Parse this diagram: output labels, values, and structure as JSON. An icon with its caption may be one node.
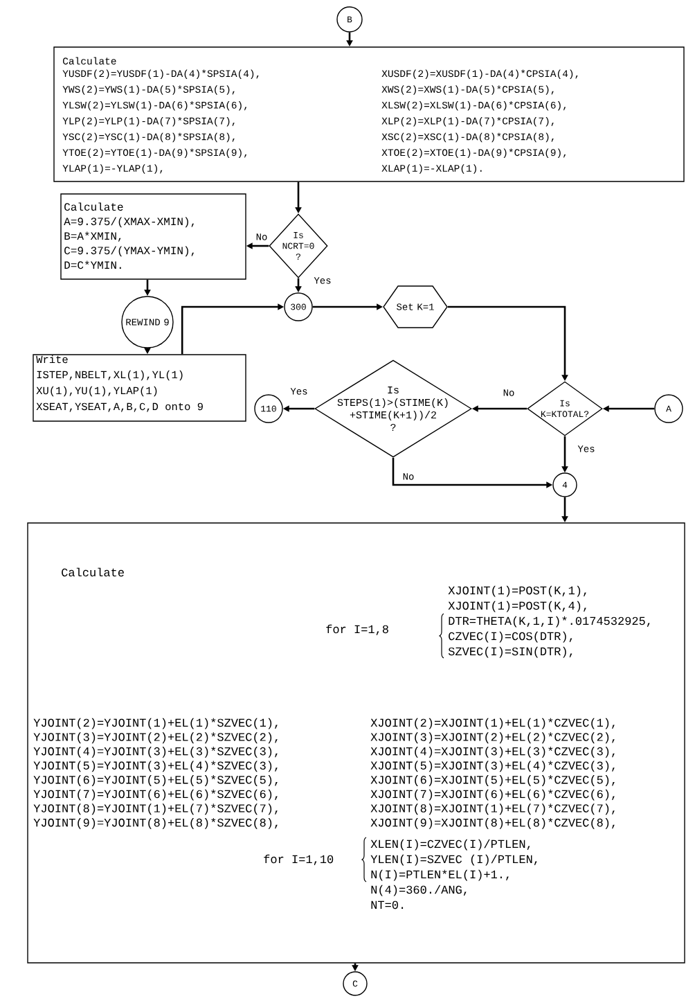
{
  "diagram": {
    "nodes": [
      {
        "text": [
          "B"
        ]
      },
      {
        "text": [
          "Calculate",
          "YUSDF(2)=YUSDF(1)-DA(4)*SPSIA(4),",
          "YWS(2)=YWS(1)-DA(5)*SPSIA(5),",
          "YLSW(2)=YLSW(1)-DA(6)*SPSIA(6),",
          "YLP(2)=YLP(1)-DA(7)*SPSIA(7),",
          "YSC(2)=YSC(1)-DA(8)*SPSIA(8),",
          "YTOE(2)=YTOE(1)-DA(9)*SPSIA(9),",
          "YLAP(1)=-YLAP(1),",
          "XUSDF(2)=XUSDF(1)-DA(4)*CPSIA(4),",
          "XWS(2)=XWS(1)-DA(5)*CPSIA(5),",
          "XLSW(2)=XLSW(1)-DA(6)*CPSIA(6),",
          "XLP(2)=XLP(1)-DA(7)*CPSIA(7),",
          "XSC(2)=XSC(1)-DA(8)*CPSIA(8),",
          "XTOE(2)=XTOE(1)-DA(9)*CPSIA(9),",
          "XLAP(1)=-XLAP(1)."
        ]
      },
      {
        "text": [
          "Is",
          "NCRT=0",
          "?"
        ]
      },
      {
        "text": [
          "Calculate",
          "A=9.375/(XMAX-XMIN),",
          "B=A*XMIN,",
          "C=9.375/(YMAX-YMIN),",
          "D=C*YMIN."
        ]
      },
      {
        "text": [
          "REWIND 9"
        ]
      },
      {
        "text": [
          "300"
        ]
      },
      {
        "text": [
          "Set K=1"
        ]
      },
      {
        "text": [
          "Write",
          "ISTEP,NBELT,XL(1),YL(1)",
          "XU(1),YU(1),YLAP(1)",
          "XSEAT,YSEAT,A,B,C,D onto 9"
        ]
      },
      {
        "text": [
          "110"
        ]
      },
      {
        "text": [
          "Is",
          "STEPS(1)>(STIME(K) +STIME(K+1))/2",
          "?"
        ]
      },
      {
        "text": [
          "Is",
          "K=KTOTAL?"
        ]
      },
      {
        "text": [
          "A"
        ]
      },
      {
        "text": [
          "4"
        ]
      },
      {
        "text": [
          "Calculate",
          "XJOINT(1)=POST(K,1),",
          "XJOINT(1)=POST(K,4),",
          "for I=1,8",
          "DTR=THETA(K,1,I)*.0174532925,",
          "CZVEC(I)=COS(DTR),",
          "SZVEC(I)=SIN(DTR),",
          "YJOINT(2)=YJOINT(1)+EL(1)*SZVEC(1),",
          "YJOINT(3)=YJOINT(2)+EL(2)*SZVEC(2),",
          "YJOINT(4)=YJOINT(3)+EL(3)*SZVEC(3),",
          "YJOINT(5)=YJOINT(3)+EL(4)*SZVEC(3),",
          "YJOINT(6)=YJOINT(5)+EL(5)*SZVEC(5),",
          "YJOINT(7)=YJOINT(6)+EL(6)*SZVEC(6),",
          "YJOINT(8)=YJOINT(1)+EL(7)*SZVEC(7),",
          "YJOINT(9)=YJOINT(8)+EL(8)*SZVEC(8),",
          "XJOINT(2)=XJOINT(1)+EL(1)*CZVEC(1),",
          "XJOINT(3)=XJOINT(2)+EL(2)*CZVEC(2),",
          "XJOINT(4)=XJOINT(3)+EL(3)*CZVEC(3),",
          "XJOINT(5)=XJOINT(3)+EL(4)*CZVEC(3),",
          "XJOINT(6)=XJOINT(5)+EL(5)*CZVEC(5),",
          "XJOINT(7)=XJOINT(6)+EL(6)*CZVEC(6),",
          "XJOINT(8)=XJOINT(1)+EL(7)*CZVEC(7),",
          "XJOINT(9)=XJOINT(8)+EL(8)*CZVEC(8),",
          "for I=1,10",
          "XLEN(I)=CZVEC(I)/PTLEN,",
          "YLEN(I)=SZVEC (I)/PTLEN,",
          "N(I)=PTLEN*EL(I)+1.,",
          "N(4)=360./ANG,",
          "NT=0."
        ]
      },
      {
        "text": [
          "C"
        ]
      }
    ],
    "edges": [
      {
        "from": 0,
        "to": 1,
        "arrow": "to"
      },
      {
        "from": 1,
        "to": 2,
        "arrow": "to"
      },
      {
        "from": 2,
        "to": 3,
        "arrow": "to",
        "label": "No"
      },
      {
        "from": 2,
        "to": 5,
        "arrow": "to",
        "label": "Yes"
      },
      {
        "from": 3,
        "to": 4,
        "arrow": "to"
      },
      {
        "from": 4,
        "to": 7,
        "arrow": "to"
      },
      {
        "from": 7,
        "to": 5,
        "arrow": "to"
      },
      {
        "from": 5,
        "to": 6,
        "arrow": "to"
      },
      {
        "from": 6,
        "to": 10,
        "arrow": "to"
      },
      {
        "from": 11,
        "to": 10,
        "arrow": "to"
      },
      {
        "from": 10,
        "to": 9,
        "arrow": "to",
        "label": "No"
      },
      {
        "from": 10,
        "to": 12,
        "arrow": "to",
        "label": "Yes"
      },
      {
        "from": 9,
        "to": 8,
        "arrow": "to",
        "label": "Yes"
      },
      {
        "from": 9,
        "to": 12,
        "arrow": "to",
        "label": "No"
      },
      {
        "from": 12,
        "to": 13,
        "arrow": "to"
      },
      {
        "from": 13,
        "to": 14,
        "arrow": "to"
      }
    ]
  }
}
